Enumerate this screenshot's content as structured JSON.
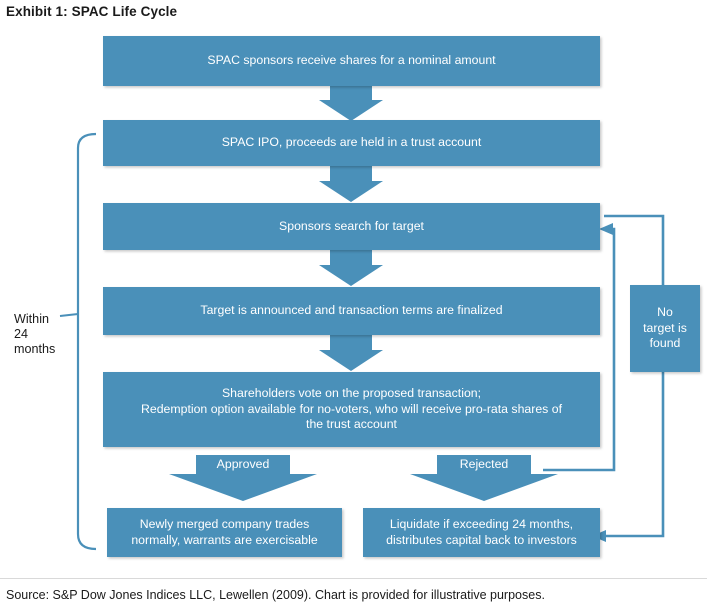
{
  "exhibit": {
    "title": "Exhibit 1: SPAC Life Cycle",
    "source_note": "Source: S&P Dow Jones Indices LLC, Lewellen (2009). Chart is provided for illustrative purposes."
  },
  "theme": {
    "box_fill": "#4a90b9",
    "box_text": "#ffffff",
    "connector": "#4a90b9",
    "page_text": "#1a1a1a"
  },
  "chart_data": {
    "type": "diagram",
    "title": "Exhibit 1: SPAC Life Cycle",
    "nodes": [
      {
        "id": "n1",
        "label": "SPAC sponsors receive shares for a nominal amount"
      },
      {
        "id": "n2",
        "label": "SPAC IPO, proceeds are held in a trust account"
      },
      {
        "id": "n3",
        "label": "Sponsors search for target"
      },
      {
        "id": "n4",
        "label": "Target is announced and transaction terms are finalized"
      },
      {
        "id": "n5",
        "label_line1": "Shareholders vote on the proposed transaction;",
        "label_line2": "Redemption option available for no-voters, who will receive pro-rata shares of",
        "label_line3": "the trust account"
      },
      {
        "id": "n6",
        "label_line1": "Newly merged company trades",
        "label_line2": "normally, warrants are exercisable"
      },
      {
        "id": "n7",
        "label_line1": "Liquidate if exceeding 24 months,",
        "label_line2": "distributes capital back to investors"
      },
      {
        "id": "n8",
        "label_line1": "No",
        "label_line2": "target is",
        "label_line3": "found"
      }
    ],
    "decision_labels": [
      {
        "id": "d1",
        "label": "Approved"
      },
      {
        "id": "d2",
        "label": "Rejected"
      }
    ],
    "annotations": [
      {
        "id": "a1",
        "label_line1": "Within",
        "label_line2": "24",
        "label_line3": "months"
      }
    ],
    "edges": [
      {
        "from": "n1",
        "to": "n2",
        "style": "down-arrow"
      },
      {
        "from": "n2",
        "to": "n3",
        "style": "down-arrow"
      },
      {
        "from": "n3",
        "to": "n4",
        "style": "down-arrow"
      },
      {
        "from": "n4",
        "to": "n5",
        "style": "down-arrow"
      },
      {
        "from": "n5",
        "to": "n6",
        "label": "Approved",
        "style": "down-arrow"
      },
      {
        "from": "n5",
        "to": "n7",
        "label": "Rejected",
        "style": "down-arrow"
      },
      {
        "from": "n7",
        "to": "n3",
        "style": "elbow-left-arrow"
      },
      {
        "from": "n3",
        "to": "n8",
        "style": "elbow"
      },
      {
        "from": "n8",
        "to": "n7",
        "style": "elbow-left-arrow"
      }
    ]
  },
  "nodes": {
    "n1": {
      "text": "SPAC sponsors receive shares for a nominal amount"
    },
    "n2": {
      "text": "SPAC IPO, proceeds are held in a trust account"
    },
    "n3": {
      "text": "Sponsors search for target"
    },
    "n4": {
      "text": "Target is announced and transaction terms are finalized"
    },
    "n5": {
      "line1": "Shareholders vote on the proposed transaction;",
      "line2": "Redemption option available for no-voters, who will receive pro-rata shares of",
      "line3": "the trust account"
    },
    "n6": {
      "line1": "Newly merged company trades",
      "line2": "normally, warrants are exercisable"
    },
    "n7": {
      "line1": "Liquidate if exceeding 24 months,",
      "line2": "distributes capital back to investors"
    },
    "n8": {
      "line1": "No",
      "line2": "target is",
      "line3": "found"
    }
  },
  "decisions": {
    "approved": "Approved",
    "rejected": "Rejected"
  },
  "bracket": {
    "line1": "Within",
    "line2": "24",
    "line3": "months"
  }
}
